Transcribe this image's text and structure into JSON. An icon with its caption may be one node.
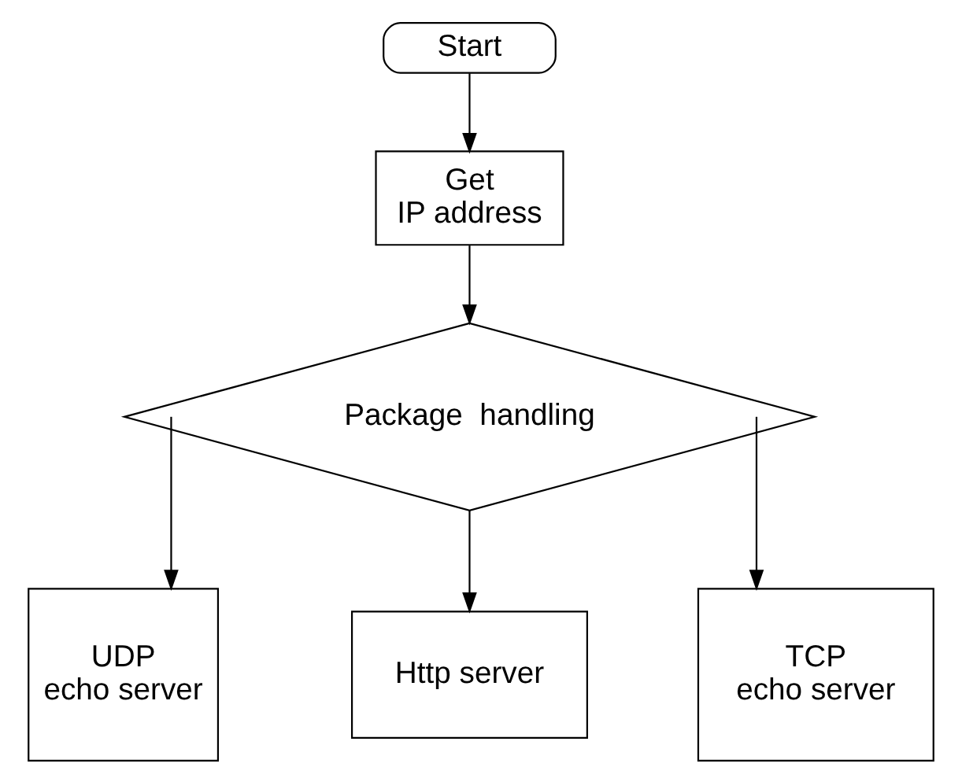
{
  "diagram": {
    "nodes": [
      {
        "text": [
          "Start"
        ]
      },
      {
        "text": [
          "Get IP address"
        ]
      },
      {
        "text": [
          "Package  handling"
        ]
      },
      {
        "text": [
          "UDP echo server"
        ]
      },
      {
        "text": [
          "Http server"
        ]
      },
      {
        "text": [
          "TCP echo server"
        ]
      }
    ],
    "edges": [
      {
        "from": 0,
        "to": 1,
        "arrow": "to"
      },
      {
        "from": 1,
        "to": 2,
        "arrow": "to"
      },
      {
        "from": 2,
        "to": 3,
        "arrow": "to"
      },
      {
        "from": 2,
        "to": 4,
        "arrow": "to"
      },
      {
        "from": 2,
        "to": 5,
        "arrow": "to"
      }
    ]
  }
}
